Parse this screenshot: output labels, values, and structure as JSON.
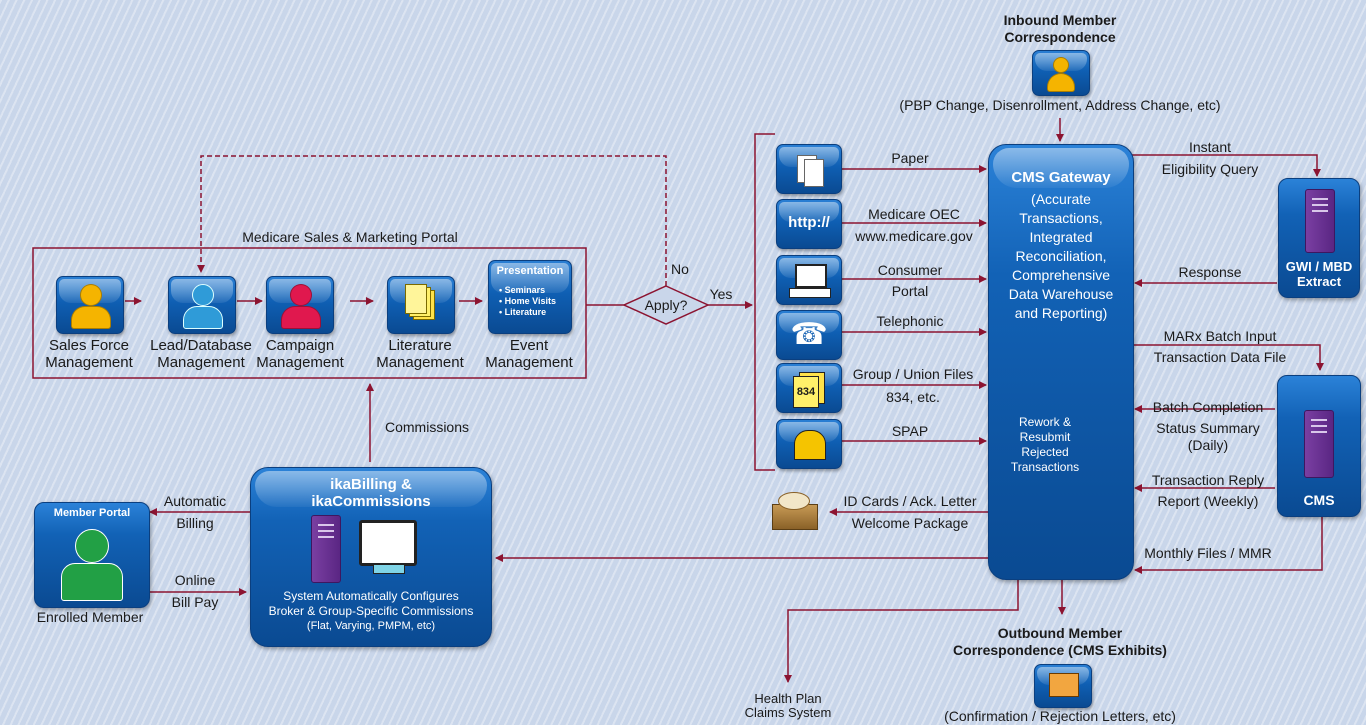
{
  "inbound": {
    "title_line1": "Inbound Member",
    "title_line2": "Correspondence",
    "note": "(PBP Change, Disenrollment, Address Change, etc)"
  },
  "gateway": {
    "title": "CMS Gateway",
    "desc": [
      "(Accurate",
      "Transactions,",
      "Integrated",
      "Reconciliation,",
      "Comprehensive",
      "Data Warehouse",
      "and Reporting)"
    ],
    "rework": [
      "Rework &",
      "Resubmit",
      "Rejected",
      "Transactions"
    ]
  },
  "channels": [
    {
      "label": "Paper",
      "label2": ""
    },
    {
      "label": "Medicare OEC",
      "label2": "www.medicare.gov",
      "icon_text": "http://"
    },
    {
      "label": "Consumer",
      "label2": "Portal"
    },
    {
      "label": "Telephonic",
      "label2": ""
    },
    {
      "label": "Group / Union Files",
      "label2": "834, etc.",
      "icon_text": "834"
    },
    {
      "label": "SPAP",
      "label2": ""
    }
  ],
  "gwi": {
    "label1": "GWI / MBD",
    "label2": "Extract"
  },
  "cms": {
    "label": "CMS"
  },
  "flows": {
    "instant1": "Instant",
    "instant2": "Eligibility Query",
    "response": "Response",
    "marx1": "MARx Batch Input",
    "marx2": "Transaction Data File",
    "batch1": "Batch Completion",
    "batch2": "Status Summary",
    "batch3": "(Daily)",
    "treply1": "Transaction Reply",
    "treply2": "Report (Weekly)",
    "monthly": "Monthly Files / MMR",
    "idcards1": "ID Cards / Ack. Letter",
    "idcards2": "Welcome Package"
  },
  "portal": {
    "title": "Medicare Sales & Marketing Portal"
  },
  "modules": [
    {
      "line1": "Sales Force",
      "line2": "Management",
      "color": "#f5b400"
    },
    {
      "line1": "Lead/Database",
      "line2": "Management",
      "color": "#2f9bd8"
    },
    {
      "line1": "Campaign",
      "line2": "Management",
      "color": "#e0184e"
    },
    {
      "line1": "Literature",
      "line2": "Management"
    },
    {
      "line1": "Event",
      "line2": "Management"
    }
  ],
  "presentation": {
    "title": "Presentation",
    "items": [
      "• Seminars",
      "• Home Visits",
      "• Literature"
    ]
  },
  "decision": {
    "label": "Apply?",
    "no": "No",
    "yes": "Yes"
  },
  "commissions": "Commissions",
  "billing": {
    "title1": "ikaBilling &",
    "title2": "ikaCommissions",
    "desc1": "System Automatically Configures",
    "desc2": "Broker & Group-Specific Commissions",
    "desc3": "(Flat, Varying, PMPM, etc)"
  },
  "member": {
    "portal_title": "Member Portal",
    "label": "Enrolled Member",
    "color": "#22a045"
  },
  "auto1": "Automatic",
  "auto2": "Billing",
  "online1": "Online",
  "online2": "Bill Pay",
  "claims1": "Health Plan",
  "claims2": "Claims System",
  "outbound": {
    "title_line1": "Outbound Member",
    "title_line2": "Correspondence (CMS Exhibits)",
    "note": "(Confirmation / Rejection Letters, etc)"
  },
  "colors": {
    "arrow": "#8c1431",
    "tile": "#0f5fb3",
    "server": "#6a2f93"
  }
}
